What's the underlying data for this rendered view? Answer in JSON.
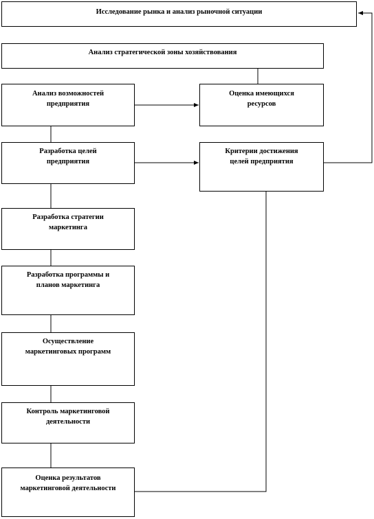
{
  "diagram": {
    "research": [
      "Исследование рынка и анализ рыночной ситуации"
    ],
    "strategic_zone": [
      "Анализ стратегической зоны хозяйствования"
    ],
    "capabilities": [
      "Анализ возможностей",
      "предприятия"
    ],
    "resources": [
      "Оценка имеющихся",
      "ресурсов"
    ],
    "goals": [
      "Разработка целей",
      "предприятия"
    ],
    "criteria": [
      "Критерии достижения",
      "целей предприятия"
    ],
    "strategy": [
      "Разработка стратегии",
      "маркетинга"
    ],
    "program": [
      "Разработка программы и",
      "планов маркетинга"
    ],
    "implementation": [
      "Осуществление",
      "маркетинговых программ"
    ],
    "control": [
      "Контроль маркетинговой",
      "деятельности"
    ],
    "evaluation": [
      "Оценка результатов",
      "маркетинговой деятельности"
    ]
  }
}
